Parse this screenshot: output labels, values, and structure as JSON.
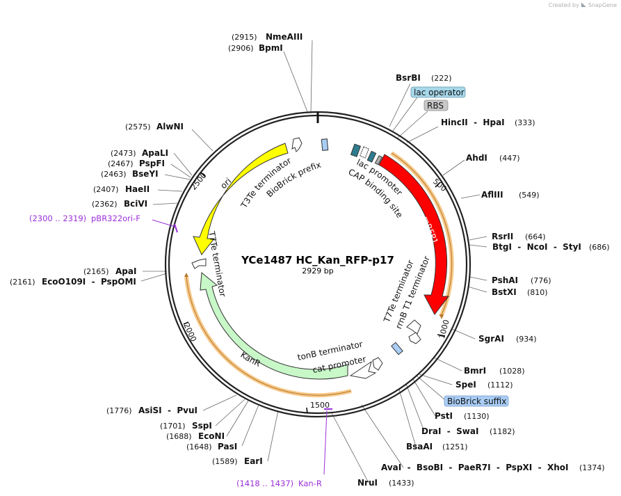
{
  "credit": {
    "prefix": "Created by",
    "brand": "SnapGene"
  },
  "plasmid": {
    "name": "YCe1487 HC_Kan_RFP-p17",
    "length_label": "2929 bp",
    "length": 2929
  },
  "ticks": [
    "500",
    "1000",
    "1500",
    "2000",
    "2500"
  ],
  "sites": [
    {
      "pos": "(2915)",
      "name": "NmeAIII"
    },
    {
      "pos": "(2906)",
      "name": "BpmI"
    },
    {
      "pos": "(222)",
      "name": "BsrBI"
    },
    {
      "pos": "(333)",
      "name": "HincII  -  HpaI"
    },
    {
      "pos": "(447)",
      "name": "AhdI"
    },
    {
      "pos": "(549)",
      "name": "AflIII"
    },
    {
      "pos": "(664)",
      "name": "RsrII"
    },
    {
      "pos": "(686)",
      "name": "BtgI  -  NcoI  -  StyI"
    },
    {
      "pos": "(776)",
      "name": "PshAI"
    },
    {
      "pos": "(810)",
      "name": "BstXI"
    },
    {
      "pos": "(934)",
      "name": "SgrAI"
    },
    {
      "pos": "(1028)",
      "name": "BmrI"
    },
    {
      "pos": "(1112)",
      "name": "SpeI"
    },
    {
      "pos": "(1130)",
      "name": "PstI"
    },
    {
      "pos": "(1182)",
      "name": "DraI  -  SwaI"
    },
    {
      "pos": "(1251)",
      "name": "BsaAI"
    },
    {
      "pos": "(1374)",
      "name": "AvaI  -  BsoBI  -  PaeR7I  -  PspXI  -  XhoI"
    },
    {
      "pos": "(1433)",
      "name": "NruI"
    },
    {
      "pos": "(2575)",
      "name": "AlwNI"
    },
    {
      "pos": "(2473)",
      "name": "ApaLI"
    },
    {
      "pos": "(2467)",
      "name": "PspFI"
    },
    {
      "pos": "(2463)",
      "name": "BseYI"
    },
    {
      "pos": "(2407)",
      "name": "HaeII"
    },
    {
      "pos": "(2362)",
      "name": "BciVI"
    },
    {
      "pos": "(2165)",
      "name": "ApaI"
    },
    {
      "pos": "(2161)",
      "name": "EcoO109I  -  PspOMI"
    },
    {
      "pos": "(1776)",
      "name": "AsiSI  -  PvuI"
    },
    {
      "pos": "(1701)",
      "name": "SspI"
    },
    {
      "pos": "(1688)",
      "name": "EcoNI"
    },
    {
      "pos": "(1648)",
      "name": "PasI"
    },
    {
      "pos": "(1589)",
      "name": "EarI"
    }
  ],
  "primers": [
    {
      "range": "(2300 .. 2319)",
      "name": "pBR322ori-F"
    },
    {
      "range": "(1418 .. 1437)",
      "name": "Kan-R"
    }
  ],
  "boxed_labels": [
    {
      "text": "lac operator",
      "color": "#a6d8ea"
    },
    {
      "text": "RBS",
      "color": "#c8c8c8"
    },
    {
      "text": "BioBrick suffix",
      "color": "#a9cdf5"
    }
  ],
  "features": [
    {
      "text": "ori",
      "color": "#ffff00"
    },
    {
      "text": "mRFP1",
      "color": "#ff0000"
    },
    {
      "text": "KanR",
      "color": "#c8f7c8"
    },
    {
      "text": "T3Te terminator"
    },
    {
      "text": "BioBrick prefix"
    },
    {
      "text": "lac promoter"
    },
    {
      "text": "CAP binding site"
    },
    {
      "text": "T7Te terminator"
    },
    {
      "text": "rrnB T1 terminator"
    },
    {
      "text": "T7Te terminator"
    },
    {
      "text": "tonB terminator"
    },
    {
      "text": "cat promoter"
    }
  ],
  "colors": {
    "orf_highlight": "#f7c98a",
    "orf_line": "#b5782a",
    "primer": "#9b30d9",
    "ring": "#222222"
  }
}
